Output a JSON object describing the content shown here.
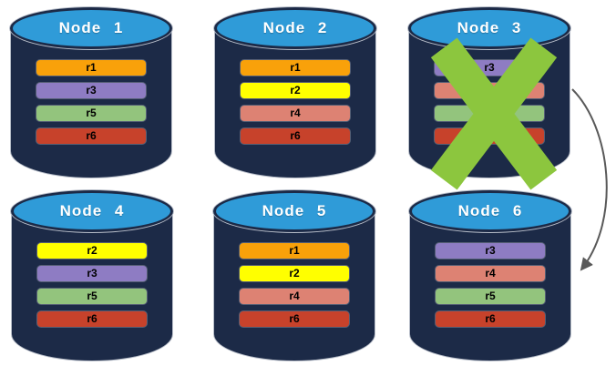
{
  "colors": {
    "cylinder_body": "#1c2a47",
    "cylinder_top": "#2f9bd8",
    "cylinder_outline": "#b9bfca",
    "title_text": "#ffffff",
    "bar_text": "#000000",
    "x_mark": "#8cc63e",
    "arrow": "#595959"
  },
  "replica_colors": {
    "r1": "#f9a10a",
    "r2": "#ffff00",
    "r3": "#8e7cc3",
    "r4": "#dd8273",
    "r5": "#93c47d",
    "r6": "#c7422b"
  },
  "nodes": [
    {
      "title": "Node 1",
      "failed": false,
      "replicas": [
        {
          "label": "r1",
          "color": "#f9a10a"
        },
        {
          "label": "r3",
          "color": "#8e7cc3"
        },
        {
          "label": "r5",
          "color": "#93c47d"
        },
        {
          "label": "r6",
          "color": "#c7422b"
        }
      ]
    },
    {
      "title": "Node 2",
      "failed": false,
      "replicas": [
        {
          "label": "r1",
          "color": "#f9a10a"
        },
        {
          "label": "r2",
          "color": "#ffff00"
        },
        {
          "label": "r4",
          "color": "#dd8273"
        },
        {
          "label": "r6",
          "color": "#c7422b"
        }
      ]
    },
    {
      "title": "Node 3",
      "failed": true,
      "replicas": [
        {
          "label": "r3",
          "color": "#8e7cc3"
        },
        {
          "label": "",
          "color": "#dd8273"
        },
        {
          "label": "",
          "color": "#93c47d"
        },
        {
          "label": "",
          "color": "#c7422b"
        }
      ]
    },
    {
      "title": "Node 4",
      "failed": false,
      "replicas": [
        {
          "label": "r2",
          "color": "#ffff00"
        },
        {
          "label": "r3",
          "color": "#8e7cc3"
        },
        {
          "label": "r5",
          "color": "#93c47d"
        },
        {
          "label": "r6",
          "color": "#c7422b"
        }
      ]
    },
    {
      "title": "Node 5",
      "failed": false,
      "replicas": [
        {
          "label": "r1",
          "color": "#f9a10a"
        },
        {
          "label": "r2",
          "color": "#ffff00"
        },
        {
          "label": "r4",
          "color": "#dd8273"
        },
        {
          "label": "r6",
          "color": "#c7422b"
        }
      ]
    },
    {
      "title": "Node 6",
      "failed": false,
      "replicas": [
        {
          "label": "r3",
          "color": "#8e7cc3"
        },
        {
          "label": "r4",
          "color": "#dd8273"
        },
        {
          "label": "r5",
          "color": "#93c47d"
        },
        {
          "label": "r6",
          "color": "#c7422b"
        }
      ]
    }
  ],
  "arrow": {
    "name": "failover-arrow",
    "from_node": "Node 3",
    "to_node": "Node 6"
  }
}
